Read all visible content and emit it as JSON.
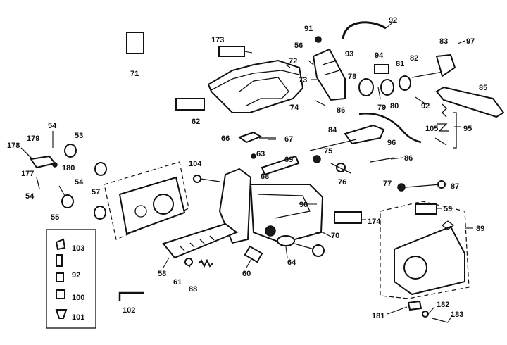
{
  "parts": [
    {
      "id": "p71",
      "label": "71"
    },
    {
      "id": "p173",
      "label": "173"
    },
    {
      "id": "p72",
      "label": "72"
    },
    {
      "id": "p62",
      "label": "62"
    },
    {
      "id": "p74",
      "label": "74"
    },
    {
      "id": "p86",
      "label": "86"
    },
    {
      "id": "p56",
      "label": "56"
    },
    {
      "id": "p73",
      "label": "73"
    },
    {
      "id": "p91",
      "label": "91"
    },
    {
      "id": "p92",
      "label": "92"
    },
    {
      "id": "p93",
      "label": "93"
    },
    {
      "id": "p94",
      "label": "94"
    },
    {
      "id": "p78",
      "label": "78"
    },
    {
      "id": "p79",
      "label": "79"
    },
    {
      "id": "p80",
      "label": "80"
    },
    {
      "id": "p81",
      "label": "81"
    },
    {
      "id": "p82",
      "label": "82"
    },
    {
      "id": "p83",
      "label": "83"
    },
    {
      "id": "p97",
      "label": "97"
    },
    {
      "id": "p85",
      "label": "85"
    },
    {
      "id": "p92b",
      "label": "92"
    },
    {
      "id": "p105",
      "label": "105"
    },
    {
      "id": "p95",
      "label": "95"
    },
    {
      "id": "p96",
      "label": "96"
    },
    {
      "id": "p84",
      "label": "84"
    },
    {
      "id": "p66",
      "label": "66"
    },
    {
      "id": "p67",
      "label": "67"
    },
    {
      "id": "p63",
      "label": "63"
    },
    {
      "id": "p69",
      "label": "69"
    },
    {
      "id": "p68",
      "label": "68"
    },
    {
      "id": "p75",
      "label": "75"
    },
    {
      "id": "p76",
      "label": "76"
    },
    {
      "id": "p86b",
      "label": "86"
    },
    {
      "id": "p77",
      "label": "77"
    },
    {
      "id": "p87",
      "label": "87"
    },
    {
      "id": "p54a",
      "label": "54"
    },
    {
      "id": "p53",
      "label": "53"
    },
    {
      "id": "p179",
      "label": "179"
    },
    {
      "id": "p178",
      "label": "178"
    },
    {
      "id": "p180",
      "label": "180"
    },
    {
      "id": "p177",
      "label": "177"
    },
    {
      "id": "p54b",
      "label": "54"
    },
    {
      "id": "p54c",
      "label": "54"
    },
    {
      "id": "p57",
      "label": "57"
    },
    {
      "id": "p55",
      "label": "55"
    },
    {
      "id": "p104",
      "label": "104"
    },
    {
      "id": "p90",
      "label": "90"
    },
    {
      "id": "p174",
      "label": "174"
    },
    {
      "id": "p70",
      "label": "70"
    },
    {
      "id": "p59",
      "label": "59"
    },
    {
      "id": "p89",
      "label": "89"
    },
    {
      "id": "p103",
      "label": "103"
    },
    {
      "id": "p92c",
      "label": "92"
    },
    {
      "id": "p100",
      "label": "100"
    },
    {
      "id": "p101",
      "label": "101"
    },
    {
      "id": "p102",
      "label": "102"
    },
    {
      "id": "p58",
      "label": "58"
    },
    {
      "id": "p61",
      "label": "61"
    },
    {
      "id": "p88",
      "label": "88"
    },
    {
      "id": "p60",
      "label": "60"
    },
    {
      "id": "p64",
      "label": "64"
    },
    {
      "id": "p181",
      "label": "181"
    },
    {
      "id": "p182",
      "label": "182"
    },
    {
      "id": "p183",
      "label": "183"
    }
  ]
}
